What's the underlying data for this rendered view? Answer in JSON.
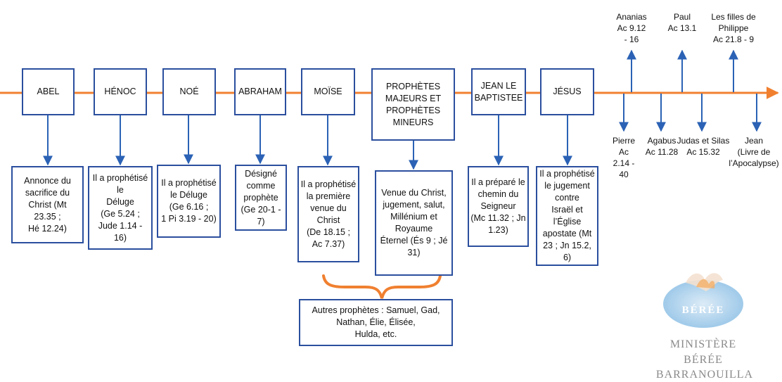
{
  "colors": {
    "timeline": "#f08030",
    "box_border": "#2b4f9e",
    "arrow": "#2b62b5",
    "brace": "#f08030"
  },
  "timeline_boxes": [
    {
      "id": "abel",
      "label": "ABEL"
    },
    {
      "id": "henoc",
      "label": "HÉNOC"
    },
    {
      "id": "noe",
      "label": "NOÉ"
    },
    {
      "id": "abraham",
      "label": "ABRAHAM"
    },
    {
      "id": "moise",
      "label": "MOÏSE"
    },
    {
      "id": "prophetes",
      "label": "PROPHÈTES\nMAJEURS ET\nPROPHÈTES\nMINEURS"
    },
    {
      "id": "jean-baptiste",
      "label": "JEAN LE\nBAPTISTEE"
    },
    {
      "id": "jesus",
      "label": "JÉSUS"
    }
  ],
  "detail_boxes": [
    {
      "id": "abel",
      "text": "Annonce du\nsacrifice du\nChrist (Mt\n23.35 ;\nHé 12.24)"
    },
    {
      "id": "henoc",
      "text": "Il a prophétisé\nle\nDéluge\n(Ge 5.24 ;\nJude 1.14 -\n16)"
    },
    {
      "id": "noe",
      "text": "Il a prophétisé\nle Déluge\n(Ge 6.16 ;\n1 Pi 3.19 - 20)"
    },
    {
      "id": "abraham",
      "text": "Désigné\ncomme\nprophète\n(Ge 20-1 - 7)"
    },
    {
      "id": "moise",
      "text": "Il a prophétisé\nla première\nvenue du\nChrist\n(De 18.15 ;\nAc 7.37)"
    },
    {
      "id": "prophetes",
      "text": "Venue du Christ,\njugement, salut,\nMillénium et\nRoyaume\nÉternel (És 9 ; Jé\n31)"
    },
    {
      "id": "jean-baptiste",
      "text": "Il a préparé le\nchemin du\nSeigneur\n(Mc 11.32 ; Jn\n1.23)"
    },
    {
      "id": "jesus",
      "text": "Il a prophétisé\nle jugement\ncontre\nIsraël et\nl’Église\napostate (Mt\n23 ; Jn 15.2, 6)"
    }
  ],
  "other_prophets": "Autres prophètes : Samuel, Gad,\nNathan, Élie, Élisée,\nHulda, etc.",
  "nt_above": [
    {
      "id": "ananias",
      "text": "Ananias\nAc 9.12\n- 16"
    },
    {
      "id": "paul",
      "text": "Paul\nAc 13.1"
    },
    {
      "id": "filles-philippe",
      "text": "Les filles de\nPhilippe\nAc 21.8 - 9"
    }
  ],
  "nt_below": [
    {
      "id": "pierre",
      "text": "Pierre\nAc\n2.14 -\n40"
    },
    {
      "id": "agabus",
      "text": "Agabus\nAc 11.28"
    },
    {
      "id": "judas-silas",
      "text": "Judas et Silas\nAc 15.32"
    },
    {
      "id": "jean",
      "text": "Jean\n(Livre de\nl’Apocalypse)"
    }
  ],
  "logo": {
    "emblem_text": "BÉRÉE",
    "line1": "MINISTÈRE",
    "line2": "BÉRÉE",
    "line3": "BARRANOUILLA"
  }
}
